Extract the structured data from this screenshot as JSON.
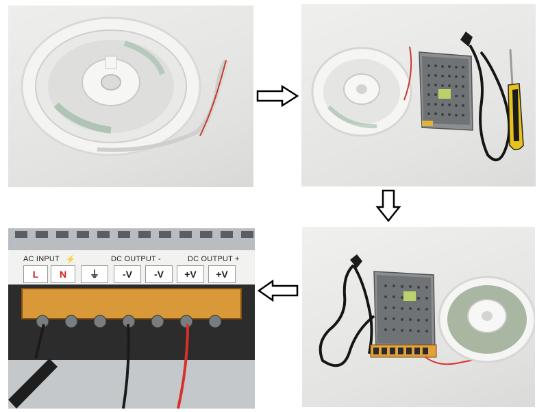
{
  "terminal_labels": {
    "ac_input": "AC INPUT",
    "dc_output_minus": "DC OUTPUT -",
    "dc_output_plus": "DC OUTPUT +",
    "terminals": [
      "L",
      "N",
      "⏚",
      "-V",
      "-V",
      "+V",
      "+V"
    ]
  },
  "colors": {
    "background": "#ffffff",
    "panel_bg": "#e4e4e2",
    "terminal_cover": "#e8a33a",
    "wire_red": "#d9302a",
    "wire_black": "#1a1a1a",
    "label_red": "#d31f1f"
  },
  "icons": {
    "arrow_right": "arrow-right-icon",
    "arrow_down": "arrow-down-icon",
    "arrow_left": "arrow-left-icon",
    "warning_bolt": "lightning-icon",
    "ground": "ground-icon"
  }
}
